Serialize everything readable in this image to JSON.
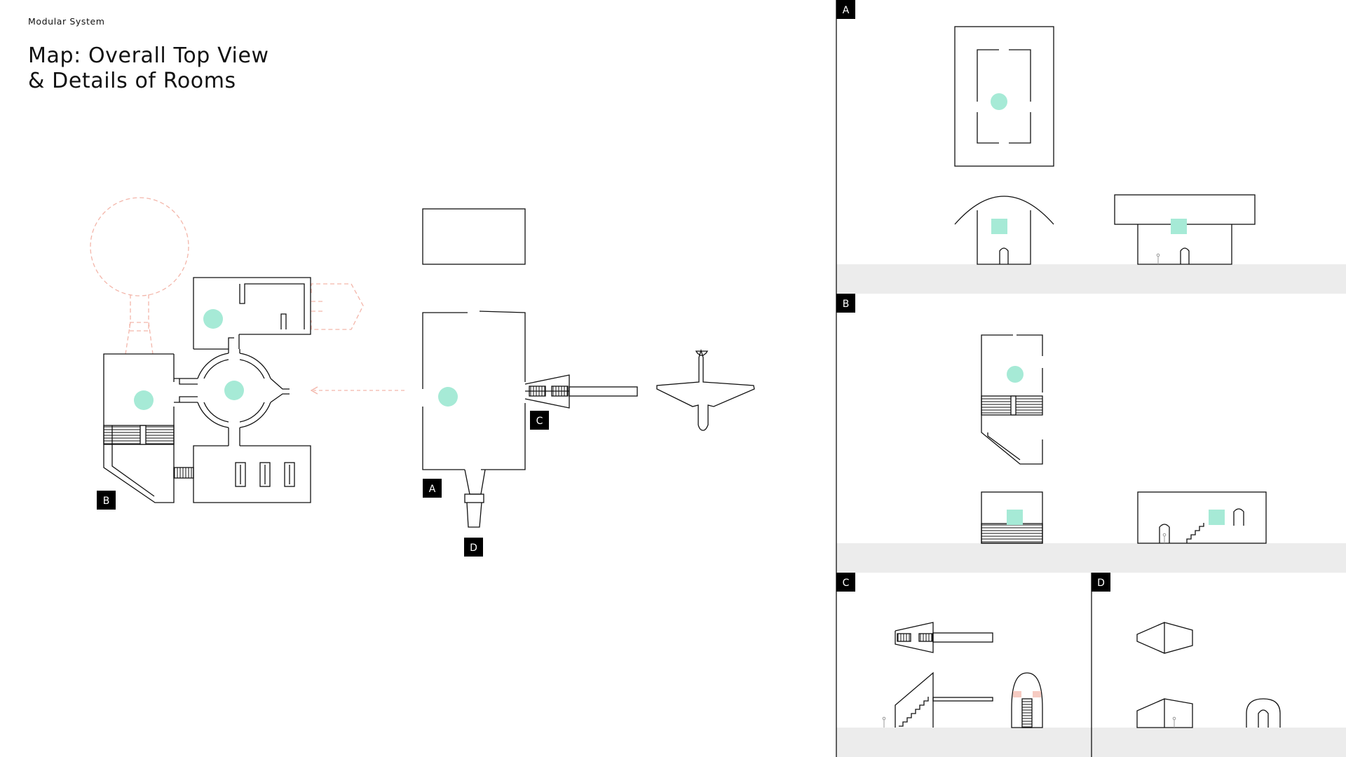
{
  "header": {
    "eyebrow": "Modular System",
    "title_line1": "Map: Overall Top View",
    "title_line2": "& Details of Rooms"
  },
  "labels": {
    "a": "A",
    "b": "B",
    "c": "C",
    "d": "D"
  },
  "panels": {
    "a": "A",
    "b": "B",
    "c": "C",
    "d": "D"
  },
  "colors": {
    "stroke": "#111111",
    "accent_mint": "#a6ead6",
    "dashed_planned": "#f3b6aa",
    "ground": "#ececec",
    "badge": "#000000"
  }
}
